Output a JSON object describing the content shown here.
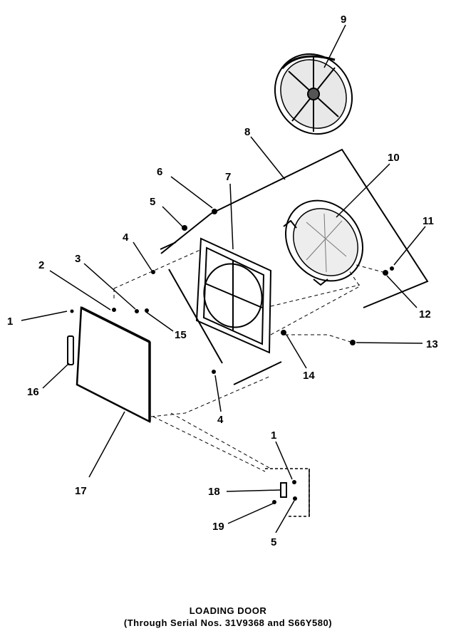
{
  "diagram": {
    "title": "LOADING DOOR",
    "subtitle": "(Through Serial Nos. 31V9368 and S66Y580)",
    "callouts": {
      "c1a": "1",
      "c2": "2",
      "c3": "3",
      "c4a": "4",
      "c5a": "5",
      "c6": "6",
      "c7": "7",
      "c8": "8",
      "c9": "9",
      "c10": "10",
      "c11": "11",
      "c12": "12",
      "c13": "13",
      "c14": "14",
      "c15": "15",
      "c16": "16",
      "c17": "17",
      "c4b": "4",
      "c1b": "1",
      "c18": "18",
      "c19": "19",
      "c5b": "5"
    }
  }
}
